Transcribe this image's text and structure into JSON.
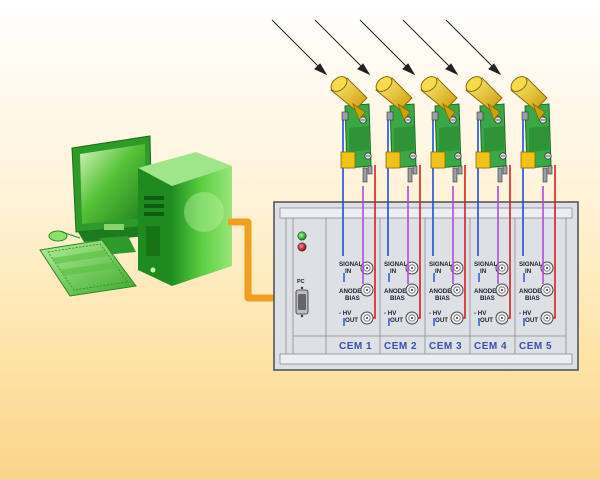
{
  "colors": {
    "chassis": "#dde0e4",
    "cable": "#f0a020",
    "signal_wire": "#1f4fd8",
    "bias_wire": "#b44bd8",
    "hv_wire": "#d81f1f",
    "board": "#3aa845",
    "horn": "#e9c21a",
    "computer": "#3db13a",
    "cem_text": "#3b4ea8"
  },
  "panel": {
    "pc_label": "PC",
    "led_top": "green",
    "led_bottom": "red"
  },
  "labels": {
    "signal_line1": "SIGNAL",
    "signal_line2": "IN",
    "anode_line1": "ANODE",
    "anode_line2": "BIAS",
    "hv_line1": "- HV",
    "hv_line2": "OUT"
  },
  "channels": [
    {
      "name": "CEM 1"
    },
    {
      "name": "CEM 2"
    },
    {
      "name": "CEM 3"
    },
    {
      "name": "CEM 4"
    },
    {
      "name": "CEM 5"
    }
  ],
  "icons": {
    "computer": "desktop-computer-icon",
    "arrows": "incoming-particle-arrow-icon",
    "detector": "channel-electron-multiplier-icon"
  }
}
